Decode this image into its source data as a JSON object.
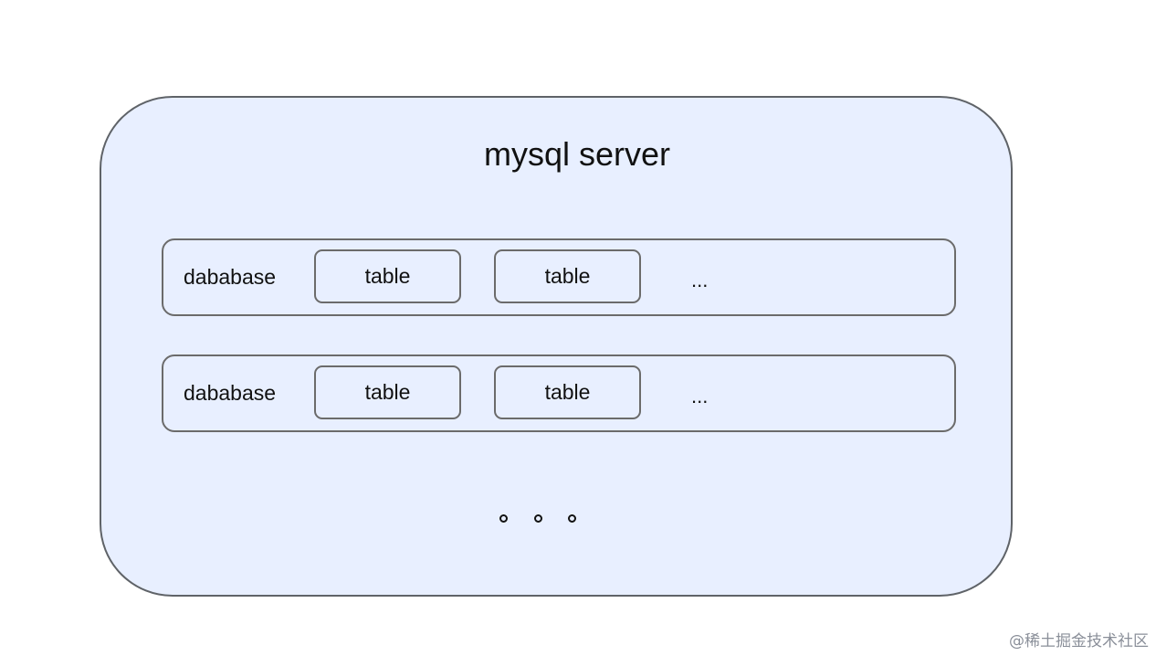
{
  "server": {
    "title": "mysql server",
    "background_color": "#e8efff",
    "border_color": "#5f6368"
  },
  "databases": [
    {
      "label": "dababase",
      "tables": [
        "table",
        "table"
      ],
      "more": "..."
    },
    {
      "label": "dababase",
      "tables": [
        "table",
        "table"
      ],
      "more": "..."
    }
  ],
  "more_databases": "。。。",
  "watermark": "@稀土掘金技术社区"
}
